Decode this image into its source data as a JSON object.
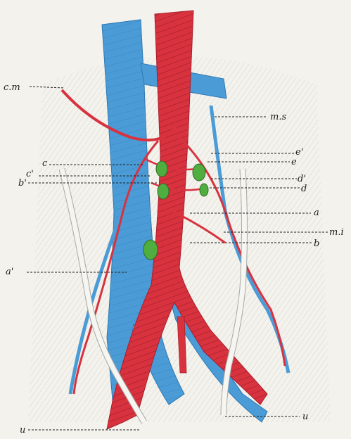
{
  "labels": {
    "cm": "c.m",
    "ms": "m.s",
    "e_prime": "e'",
    "e": "e",
    "c": "c",
    "c_prime": "c'",
    "b_prime": "b'",
    "d_prime": "d'",
    "d": "d",
    "a": "a",
    "mi": "m.i",
    "b": "b",
    "a_prime": "a'",
    "u_left": "u",
    "u_right": "u"
  },
  "colors": {
    "artery": "#d8323f",
    "artery_dark": "#a81f2c",
    "vein": "#4a9bd6",
    "vein_dark": "#2f79b3",
    "node": "#4fae3f",
    "ureter": "#f5f5f2",
    "background": "#f4f2ec"
  }
}
